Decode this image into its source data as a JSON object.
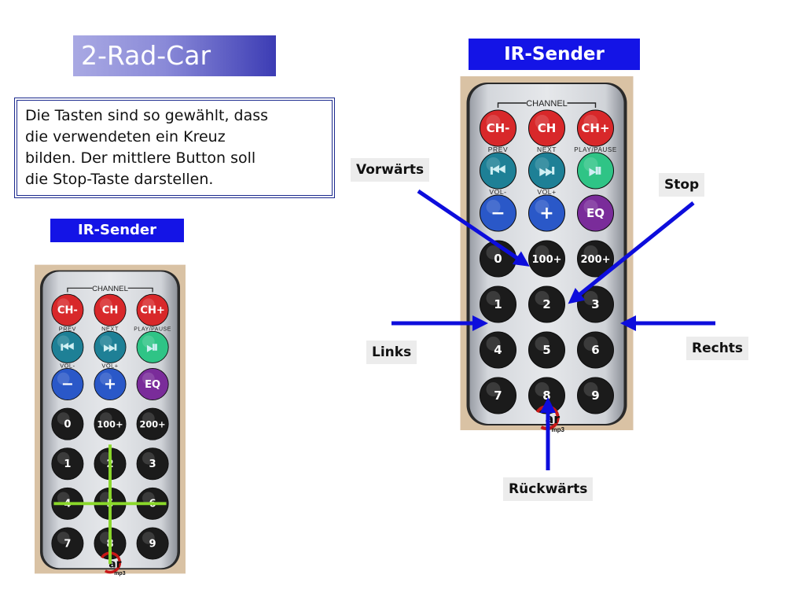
{
  "slide": {
    "title": "2-Rad-Car",
    "description": "Die Tasten sind so gewählt, dass\ndie verwendeten ein Kreuz\nbilden. Der mittlere Button soll\ndie Stop-Taste darstellen.",
    "banner_left": "IR-Sender",
    "banner_right": "IR-Sender"
  },
  "labels": {
    "forward": "Vorwärts",
    "stop": "Stop",
    "left": "Links",
    "right": "Rechts",
    "backward": "Rückwärts"
  },
  "remote": {
    "channel_label": "CHANNEL",
    "brand_text": "ar",
    "brand_sub": "mp3",
    "sub_labels": [
      "PREV",
      "NEXT",
      "PLAY/PAUSE",
      "VOL-",
      "VOL+"
    ],
    "rows": [
      [
        "CH-",
        "CH",
        "CH+"
      ],
      [
        "⏮",
        "⏭",
        "⏯"
      ],
      [
        "−",
        "+",
        "EQ"
      ],
      [
        "0",
        "100+",
        "200+"
      ],
      [
        "1",
        "2",
        "3"
      ],
      [
        "4",
        "5",
        "6"
      ],
      [
        "7",
        "8",
        "9"
      ]
    ]
  },
  "colors": {
    "red": "#d8282a",
    "teal": "#1e8096",
    "green": "#2fc486",
    "blue": "#2a58c8",
    "purple": "#7a2c9a",
    "black": "#1b1b1b",
    "arrow": "#0d0ddc",
    "cross": "#8ad82a"
  }
}
